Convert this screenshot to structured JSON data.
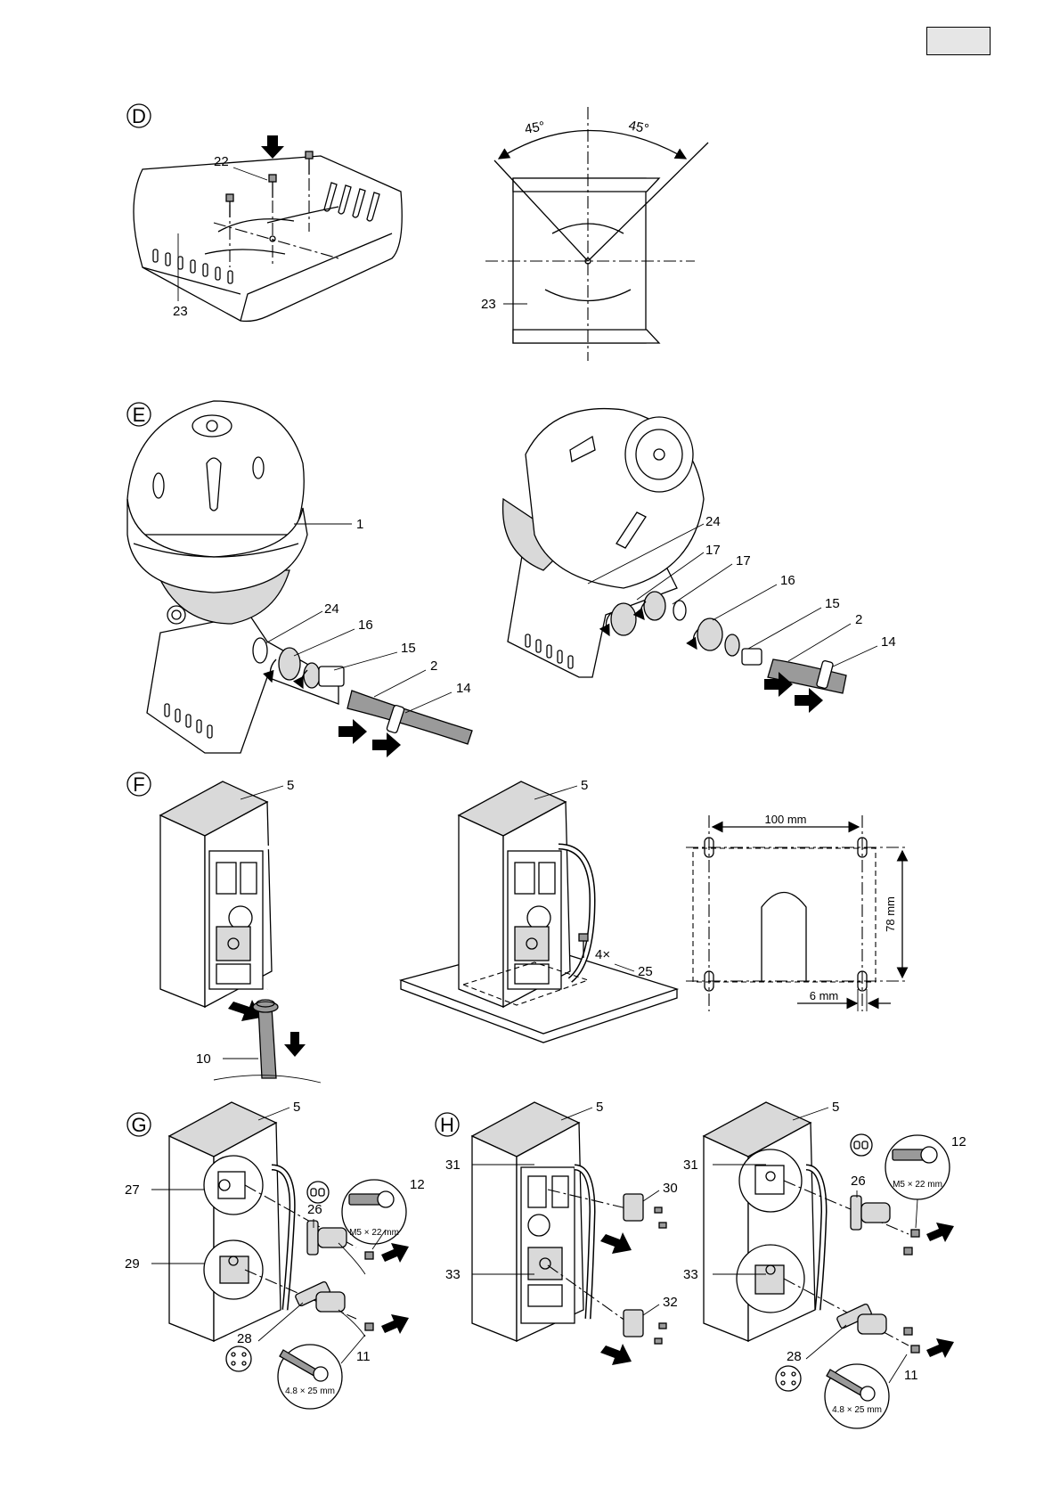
{
  "sections": {
    "D": "D",
    "E": "E",
    "F": "F",
    "G": "G",
    "H": "H"
  },
  "parts": {
    "p1": "1",
    "p2": "2",
    "p5": "5",
    "p10": "10",
    "p11": "11",
    "p12": "12",
    "p14": "14",
    "p15": "15",
    "p16": "16",
    "p17": "17",
    "p22": "22",
    "p23": "23",
    "p24": "24",
    "p25": "25",
    "p26": "26",
    "p27": "27",
    "p28": "28",
    "p29": "29",
    "p30": "30",
    "p31": "31",
    "p32": "32",
    "p33": "33"
  },
  "angles": {
    "left": "45°",
    "right": "45°"
  },
  "dimensions": {
    "width": "100 mm",
    "height": "78 mm",
    "slot": "6 mm"
  },
  "quantity": "4×",
  "screws": {
    "m5": "M5 × 22 mm",
    "wood": "4.8 × 25 mm"
  }
}
